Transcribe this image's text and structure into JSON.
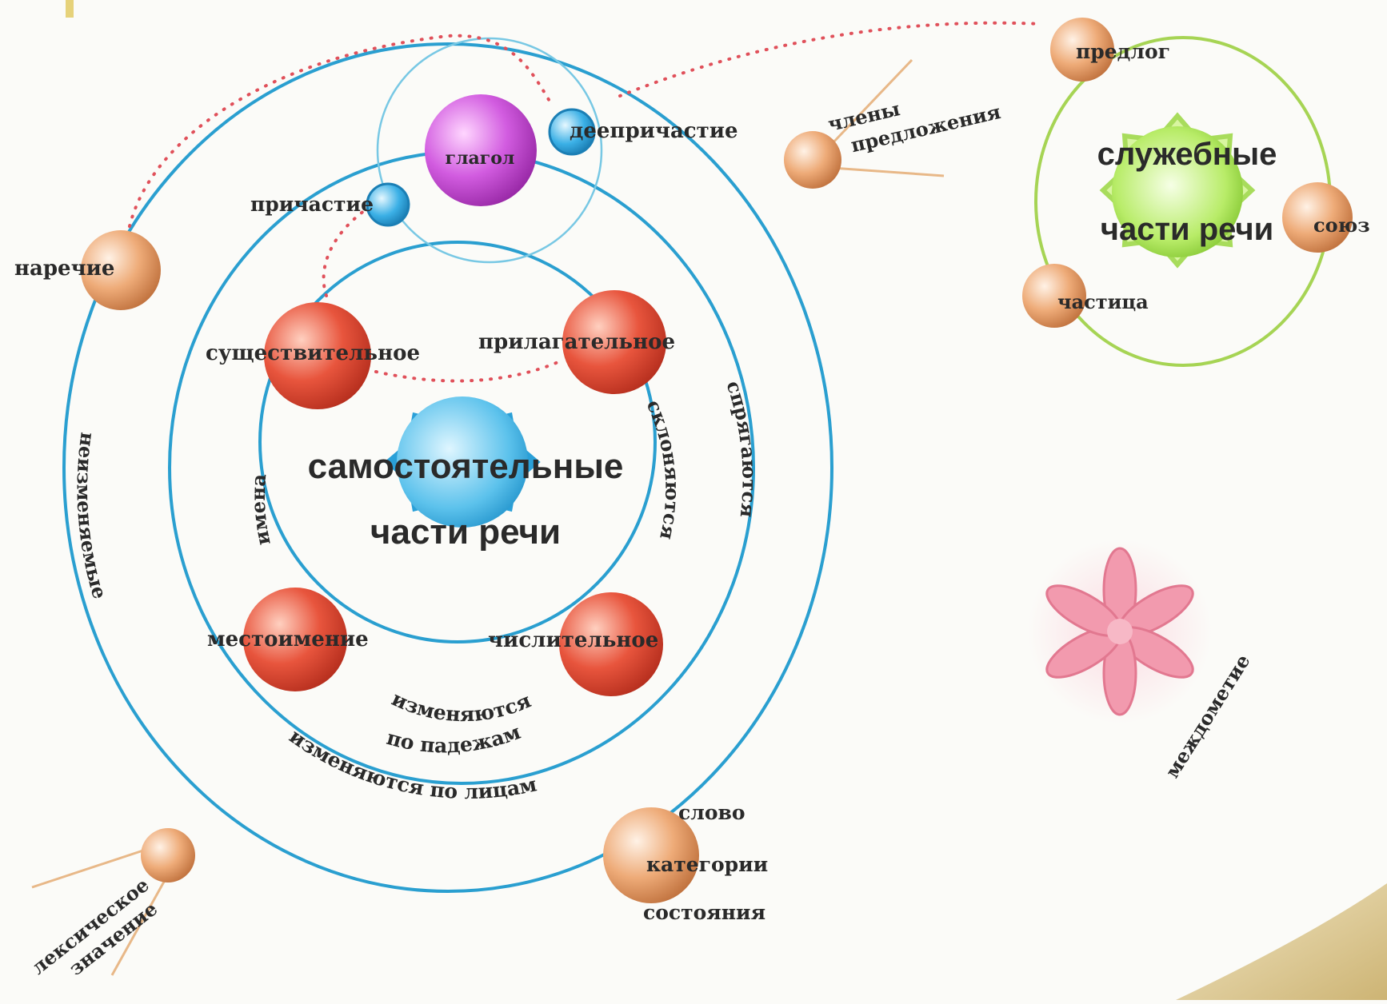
{
  "colors": {
    "orbit_blue": "#2a9fd0",
    "service_orbit": "#9ed044",
    "dots": "#e0505a",
    "red_planet": "#e0503a",
    "verb_planet": "#c048d0",
    "small_blue": "#2aa8e0",
    "peach": "#e8a070",
    "flower": "#f29aae"
  },
  "center": {
    "line1": "самостоятельные",
    "line2": "части речи"
  },
  "service": {
    "line1": "служебные",
    "line2": "части речи"
  },
  "planets": {
    "verb": "глагол",
    "participle": "причастие",
    "gerund": "деепричастие",
    "noun": "существительное",
    "adjective": "прилагательное",
    "pronoun": "местоимение",
    "numeral": "числительное",
    "adverb": "наречие",
    "state_word": {
      "line1": "слово",
      "line2": "категории",
      "line3": "состояния"
    },
    "preposition": "предлог",
    "conjunction": "союз",
    "particle": "частица"
  },
  "curved_labels": {
    "names": "имена",
    "declined": "склоняются",
    "conjugated": "спрягаются",
    "unchangeable": "неизменяемые",
    "change": "изменяются",
    "by_cases": "по падежам",
    "by_persons": "изменяются по лицам"
  },
  "comets": {
    "sentence_members": {
      "line1": "члены",
      "line2": "предложения"
    },
    "lexical_meaning": {
      "line1": "лексическое",
      "line2": "значение"
    }
  },
  "interjection": "междометие"
}
